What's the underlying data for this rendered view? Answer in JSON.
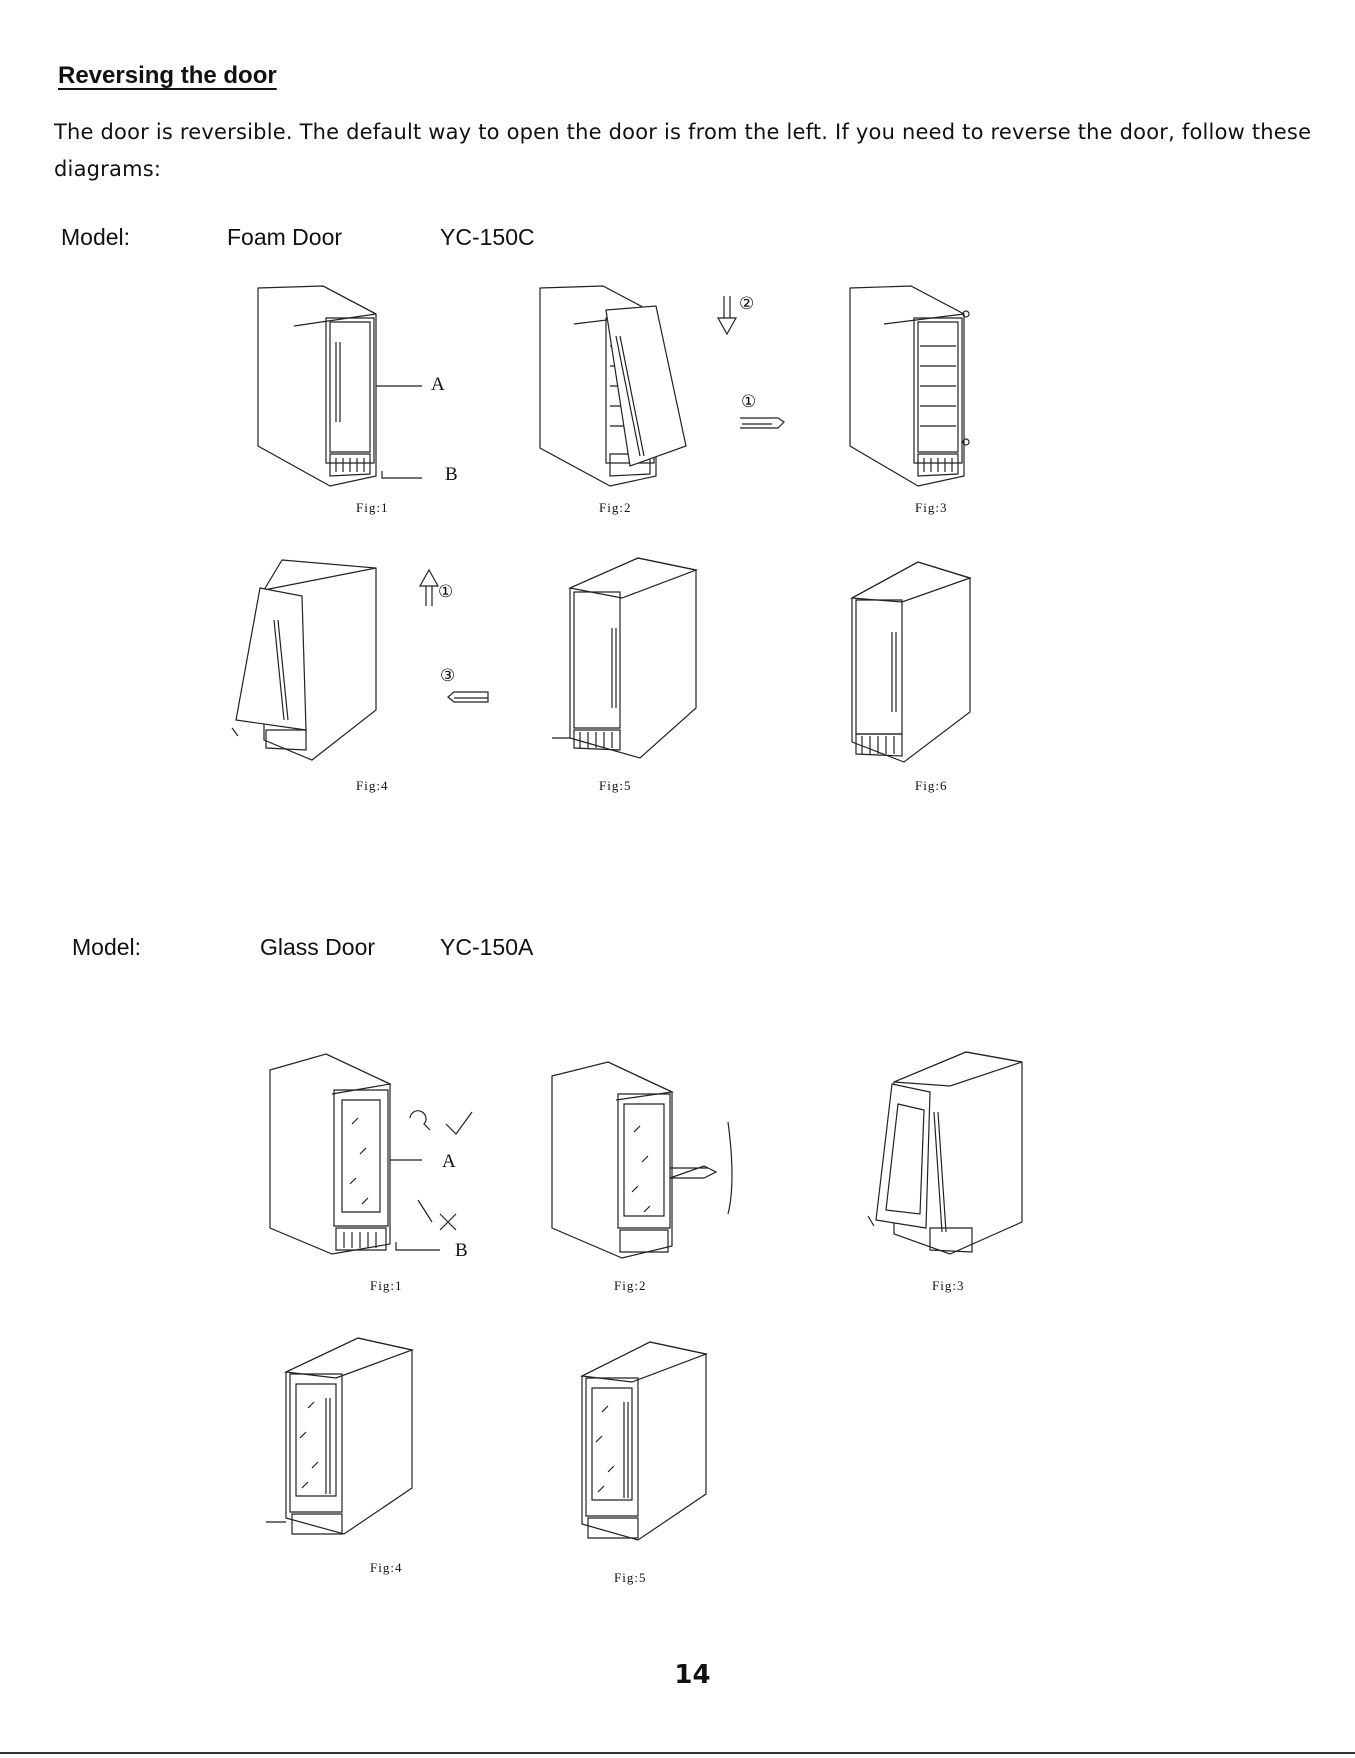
{
  "title": "Reversing the door",
  "intro": "The door is reversible. The default way to open the door is from the left. If you need to reverse the door, follow these diagrams:",
  "sections": [
    {
      "model_label": "Model:",
      "model_name": "Foam Door",
      "model_code": "YC-150C",
      "figures": [
        "Fig:1",
        "Fig:2",
        "Fig:3",
        "Fig:4",
        "Fig:5",
        "Fig:6"
      ],
      "callouts": [
        "A",
        "B"
      ],
      "step_markers": [
        "②",
        "①",
        "①",
        "③"
      ]
    },
    {
      "model_label": "Model:",
      "model_name": "Glass Door",
      "model_code": "YC-150A",
      "figures": [
        "Fig:1",
        "Fig:2",
        "Fig:3",
        "Fig:4",
        "Fig:5"
      ],
      "callouts": [
        "A",
        "B"
      ]
    }
  ],
  "page_number": "14"
}
